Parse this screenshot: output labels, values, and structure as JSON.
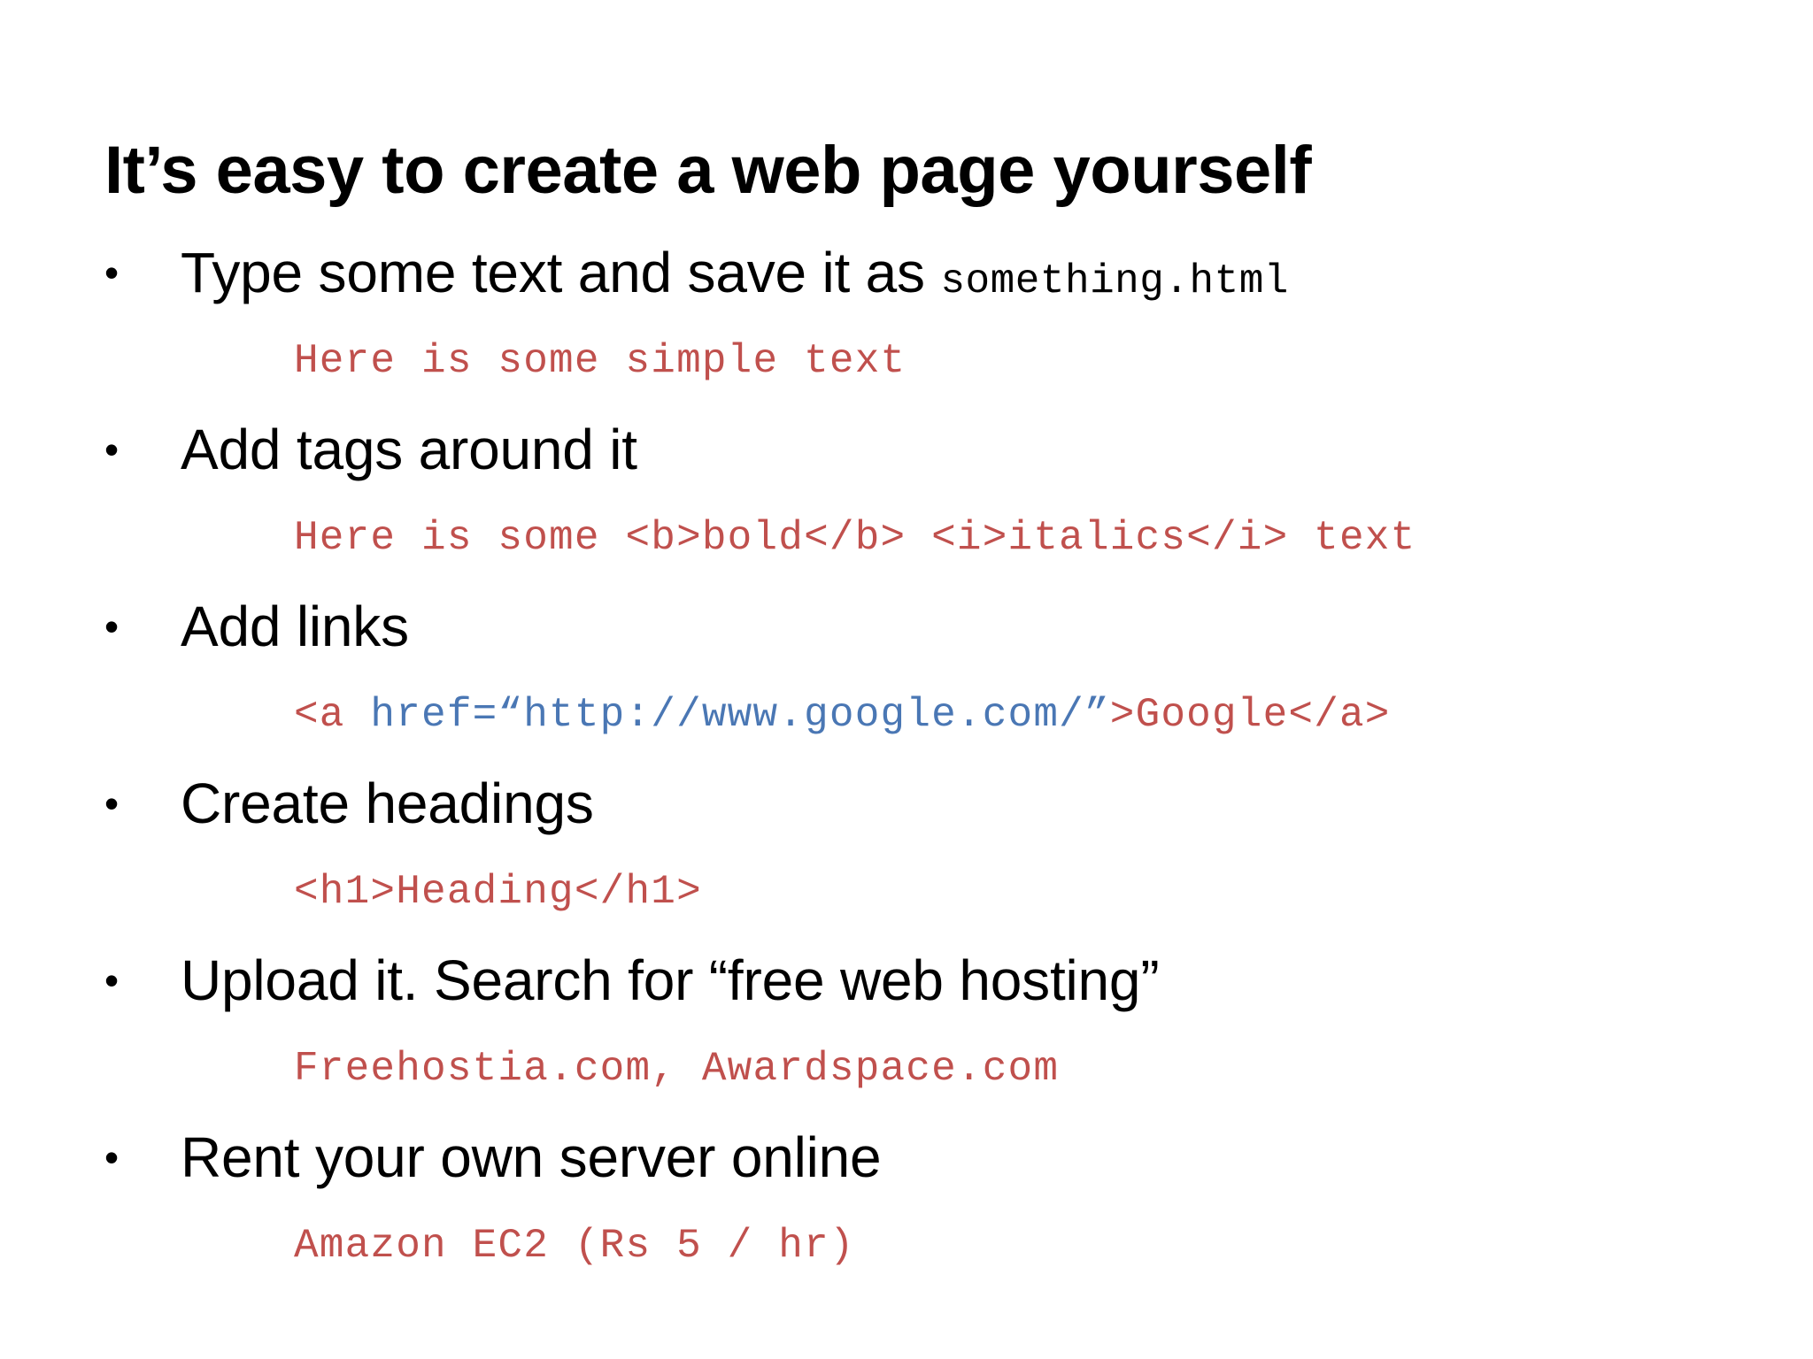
{
  "slide": {
    "title": "It’s easy to create a web page yourself",
    "background_color": "#FFFFFF",
    "title_color": "#000000",
    "body_color": "#000000",
    "code_color": "#C0504D",
    "link_color": "#4A77B4",
    "bullet_glyph": "•"
  },
  "bullets": [
    {
      "text": "Type some text and save it as ",
      "mono_suffix": "something.html",
      "code": {
        "plain": "Here is some simple text",
        "parts": [
          {
            "text": "Here is some simple text",
            "color": "#C0504D"
          }
        ]
      }
    },
    {
      "text": "Add tags around it",
      "mono_suffix": "",
      "code": {
        "plain": "Here is some <b>bold</b> <i>italics</i> text",
        "parts": [
          {
            "text": "Here is some <b>bold</b> <i>italics</i> text",
            "color": "#C0504D"
          }
        ]
      }
    },
    {
      "text": "Add links",
      "mono_suffix": "",
      "code": {
        "plain": "<a href=“http://www.google.com/”>Google</a>",
        "parts": [
          {
            "text": "<a ",
            "color": "#C0504D"
          },
          {
            "text": "href=“http://www.google.com/”",
            "color": "#4A77B4"
          },
          {
            "text": ">Google</a>",
            "color": "#C0504D"
          }
        ]
      }
    },
    {
      "text": "Create headings",
      "mono_suffix": "",
      "code": {
        "plain": "<h1>Heading</h1>",
        "parts": [
          {
            "text": "<h1>Heading</h1>",
            "color": "#C0504D"
          }
        ]
      }
    },
    {
      "text": "Upload it. Search for “free web hosting”",
      "mono_suffix": "",
      "code": {
        "plain": "Freehostia.com, Awardspace.com",
        "parts": [
          {
            "text": "Freehostia.com, Awardspace.com",
            "color": "#C0504D"
          }
        ]
      }
    },
    {
      "text": "Rent your own server online",
      "mono_suffix": "",
      "code": {
        "plain": "Amazon EC2 (Rs 5 / hr)",
        "parts": [
          {
            "text": "Amazon EC2 (Rs 5 / hr)",
            "color": "#C0504D"
          }
        ]
      }
    }
  ]
}
